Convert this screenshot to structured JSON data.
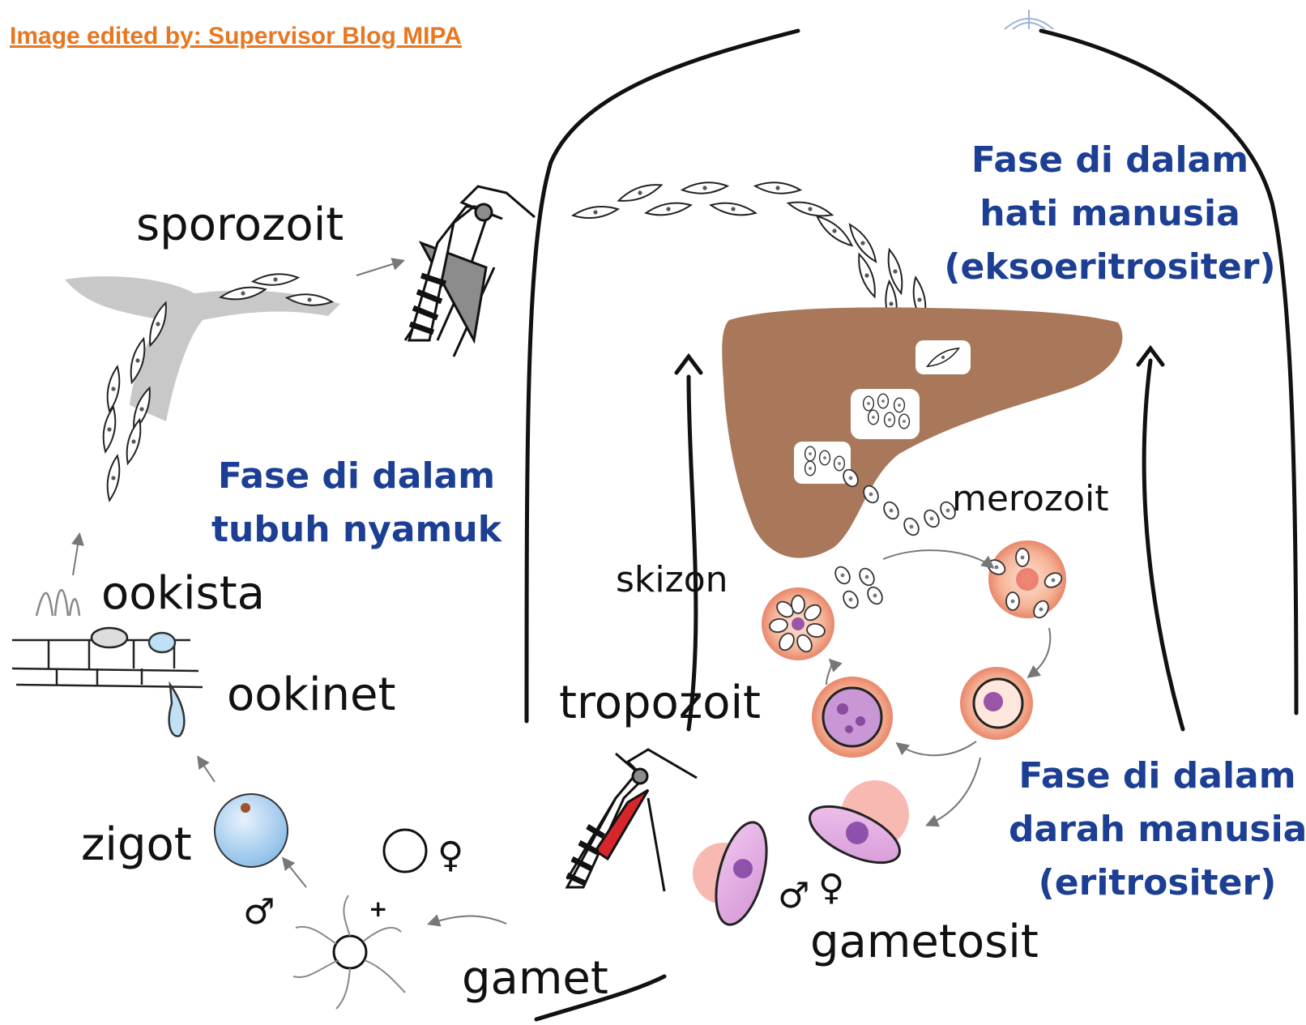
{
  "credit": "Image edited by: Supervisor Blog MIPA",
  "phases": {
    "liver": [
      "Fase di dalam",
      "hati manusia",
      "(eksoeritrositer)"
    ],
    "mosquito": [
      "Fase di dalam",
      "tubuh nyamuk"
    ],
    "blood": [
      "Fase di dalam",
      "darah manusia",
      "(eritrositer)"
    ]
  },
  "stages": {
    "sporozoit": "sporozoit",
    "merozoit": "merozoit",
    "skizon": "skizon",
    "tropozoit": "tropozoit",
    "gametosit": "gametosit",
    "gamet": "gamet",
    "zigot": "zigot",
    "ookinet": "ookinet",
    "ookista": "ookista"
  },
  "symbols": {
    "male": "♂",
    "female": "♀",
    "plus": "+"
  },
  "colors": {
    "credit": "#e87722",
    "phase_text": "#1c3f94",
    "liver": "#a9785a",
    "erythrocyte": "#f3a98a",
    "nucleus": "#9a55a8",
    "zygote": "#a7cdef",
    "mosquito_blood": "#d7262b"
  }
}
